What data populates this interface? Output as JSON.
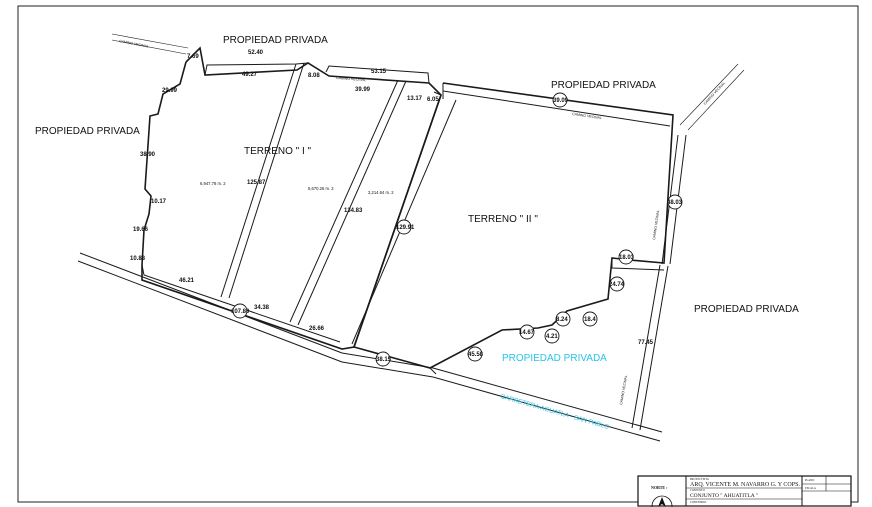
{
  "labels": {
    "priv_top_left": "PROPIEDAD PRIVADA",
    "priv_top_right": "PROPIEDAD PRIVADA",
    "priv_left": "PROPIEDAD PRIVADA",
    "priv_right": "PROPIEDAD PRIVADA",
    "priv_bottom_cyan": "PROPIEDAD PRIVADA",
    "terreno_1": "TERRENO \" I \"",
    "terreno_2": "TERRENO \" II \"",
    "area_1": "6,947.78 m. 2",
    "area_2": "5,670.26 m. 2",
    "area_3": "3,214.64 m. 2",
    "road_cyan": "CARRETERA AGUATLA - SAN PABLO",
    "camino_vecinal_1": "CAMINO VECINAL",
    "camino_vecinal_2": "CAMINO VECINAL",
    "camino_vecinal_3": "CAMINO VECINAL",
    "camino_vecinal_4": "CAMINO VECINAL",
    "camino_vecinal_5": "CAMINO VECINAL",
    "camino_vecinal_6": "CAMINO VECINAL"
  },
  "dimensions": {
    "d_7_69": "7.69",
    "d_52_40": "52.40",
    "d_49_27": "49.27",
    "d_8_08": "8.08",
    "d_53_15": "53.15",
    "d_39_99": "39.99",
    "d_13_17": "13.17",
    "d_6_05": "6.05",
    "d_29_99": "29.99",
    "d_39_09": "39.09",
    "d_38_90": "38.90",
    "d_10_17": "10.17",
    "d_19_66": "19.66",
    "d_10_88": "10.88",
    "d_46_21": "46.21",
    "d_107_80": "107.80",
    "d_34_38": "34.38",
    "d_26_66": "26.66",
    "d_38_15": "38.15",
    "d_125_87": "125.87",
    "d_134_83": "134.83",
    "d_129_91": "129.91",
    "d_45_58": "45.58",
    "d_14_67": "14.67",
    "d_4_21": "4.21",
    "d_8_24": "8.24",
    "d_18_4": "18.4",
    "d_24_74": "24.74",
    "d_18_03": "18.03",
    "d_48_03": "48.03",
    "d_77_45": "77.45"
  },
  "title_block": {
    "north_label": "NORTE :",
    "architect": "ARQ. VICENTE M. NAVARRO G. Y COPS.",
    "project": "CONJUNTO \" AHUATITLA \"",
    "r1": "PROYECTISTA",
    "r2": "CONJUNTO",
    "r3": "CONTENIDO",
    "c1": "PLANO",
    "c2": "ESCALA"
  }
}
